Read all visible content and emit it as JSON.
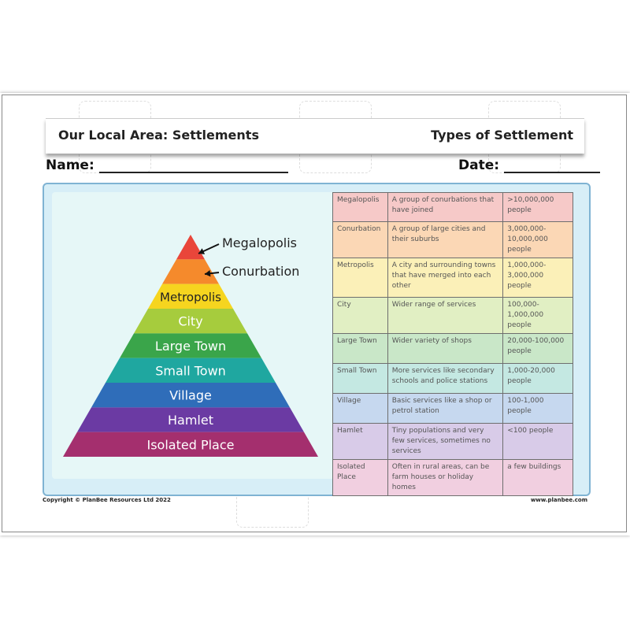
{
  "header": {
    "title": "Our Local Area: Settlements",
    "subtitle": "Types of Settlement",
    "name_label": "Name:",
    "date_label": "Date:"
  },
  "pyramid": {
    "levels": [
      {
        "label": "",
        "color": "#e9463a"
      },
      {
        "label": "",
        "color": "#f58a2c"
      },
      {
        "label": "Metropolis",
        "color": "#f6d51f"
      },
      {
        "label": "City",
        "color": "#a6cc3d"
      },
      {
        "label": "Large Town",
        "color": "#3aa54a"
      },
      {
        "label": "Small Town",
        "color": "#1fa7a0"
      },
      {
        "label": "Village",
        "color": "#2f6db9"
      },
      {
        "label": "Hamlet",
        "color": "#6b3aa3"
      },
      {
        "label": "Isolated Place",
        "color": "#a42f6e"
      }
    ],
    "callouts": [
      "Megalopolis",
      "Conurbation"
    ]
  },
  "table": {
    "rows": [
      {
        "type": "Megalopolis",
        "description": "A group of conurbations that have joined",
        "population": ">10,000,000 people",
        "color": "#f6c9c8"
      },
      {
        "type": "Conurbation",
        "description": "A group of large cities and their suburbs",
        "population": "3,000,000-10,000,000 people",
        "color": "#fbd7b5"
      },
      {
        "type": "Metropolis",
        "description": "A city and surrounding towns that have merged into each other",
        "population": "1,000,000-3,000,000 people",
        "color": "#fbf0b8"
      },
      {
        "type": "City",
        "description": "Wider range of services",
        "population": "100,000-1,000,000 people",
        "color": "#e1efc3"
      },
      {
        "type": "Large Town",
        "description": "Wider variety of shops",
        "population": "20,000-100,000 people",
        "color": "#c9e7c8"
      },
      {
        "type": "Small Town",
        "description": "More services like secondary schools and police stations",
        "population": "1,000-20,000 people",
        "color": "#c4e8e2"
      },
      {
        "type": "Village",
        "description": "Basic services like a shop or petrol station",
        "population": "100-1,000 people",
        "color": "#c6d8ef"
      },
      {
        "type": "Hamlet",
        "description": "Tiny populations and very few services, sometimes no services",
        "population": "<100 people",
        "color": "#d8cbe8"
      },
      {
        "type": "Isolated Place",
        "description": "Often in rural areas, can be farm houses or holiday homes",
        "population": "a few buildings",
        "color": "#f1cfe0"
      }
    ]
  },
  "footer": {
    "copyright": "Copyright © PlanBee Resources Ltd 2022",
    "website": "www.planbee.com"
  }
}
